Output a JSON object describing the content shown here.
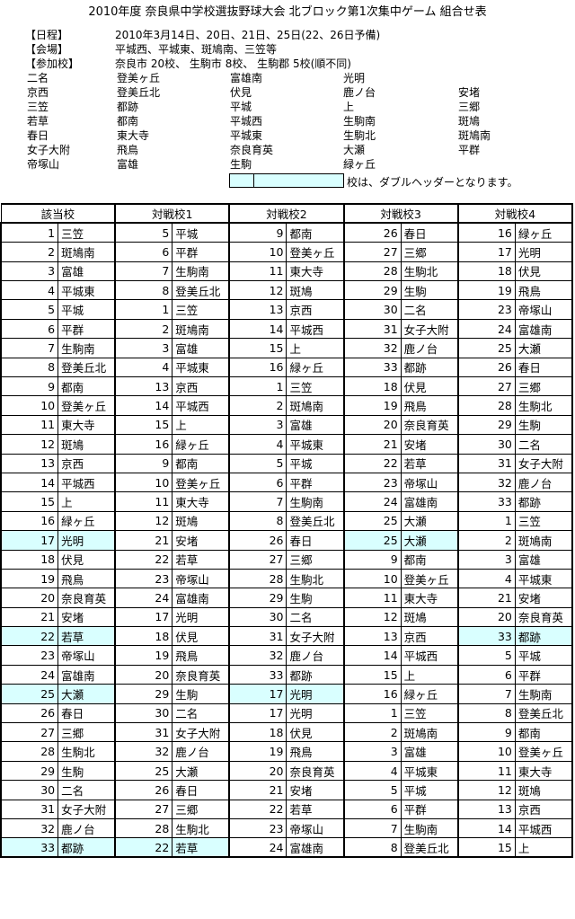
{
  "title": "2010年度 奈良県中学校選抜野球大会 北ブロック第1次集中ゲーム 組合せ表",
  "info": {
    "schedule_label": "【日程】",
    "schedule": "2010年3月14日、20日、21日、25日(22、26日予備)",
    "venue_label": "【会場】",
    "venue": "平城西、平城東、斑鳩南、三笠等",
    "participants_label": "【参加校】",
    "participants": "奈良市 20校、 生駒市 8校、 生駒郡 5校(順不同)"
  },
  "school_list": [
    [
      "二名",
      "登美ヶ丘",
      "富雄南",
      "光明",
      ""
    ],
    [
      "京西",
      "登美丘北",
      "伏見",
      "鹿ノ台",
      "安堵"
    ],
    [
      "三笠",
      "都跡",
      "平城",
      "上",
      "三郷"
    ],
    [
      "若草",
      "都南",
      "平城西",
      "生駒南",
      "斑鳩"
    ],
    [
      "春日",
      "東大寺",
      "平城東",
      "生駒北",
      "斑鳩南"
    ],
    [
      "女子大附",
      "飛鳥",
      "奈良育英",
      "大瀬",
      "平群"
    ],
    [
      "帝塚山",
      "富雄",
      "生駒",
      "緑ヶ丘",
      ""
    ]
  ],
  "legend_text": "校は、ダブルヘッダーとなります。",
  "headers": [
    "該当校",
    "対戦校1",
    "対戦校2",
    "対戦校3",
    "対戦校4"
  ],
  "rows": [
    [
      [
        "1",
        "三笠",
        0
      ],
      [
        "5",
        "平城",
        0
      ],
      [
        "9",
        "都南",
        0
      ],
      [
        "26",
        "春日",
        0
      ],
      [
        "16",
        "緑ヶ丘",
        0
      ]
    ],
    [
      [
        "2",
        "斑鳩南",
        0
      ],
      [
        "6",
        "平群",
        0
      ],
      [
        "10",
        "登美ヶ丘",
        0
      ],
      [
        "27",
        "三郷",
        0
      ],
      [
        "17",
        "光明",
        0
      ]
    ],
    [
      [
        "3",
        "富雄",
        0
      ],
      [
        "7",
        "生駒南",
        0
      ],
      [
        "11",
        "東大寺",
        0
      ],
      [
        "28",
        "生駒北",
        0
      ],
      [
        "18",
        "伏見",
        0
      ]
    ],
    [
      [
        "4",
        "平城東",
        0
      ],
      [
        "8",
        "登美丘北",
        0
      ],
      [
        "12",
        "斑鳩",
        0
      ],
      [
        "29",
        "生駒",
        0
      ],
      [
        "19",
        "飛鳥",
        0
      ]
    ],
    [
      [
        "5",
        "平城",
        0
      ],
      [
        "1",
        "三笠",
        0
      ],
      [
        "13",
        "京西",
        0
      ],
      [
        "30",
        "二名",
        0
      ],
      [
        "23",
        "帝塚山",
        0
      ]
    ],
    [
      [
        "6",
        "平群",
        0
      ],
      [
        "2",
        "斑鳩南",
        0
      ],
      [
        "14",
        "平城西",
        0
      ],
      [
        "31",
        "女子大附",
        0
      ],
      [
        "24",
        "富雄南",
        0
      ]
    ],
    [
      [
        "7",
        "生駒南",
        0
      ],
      [
        "3",
        "富雄",
        0
      ],
      [
        "15",
        "上",
        0
      ],
      [
        "32",
        "鹿ノ台",
        0
      ],
      [
        "25",
        "大瀬",
        0
      ]
    ],
    [
      [
        "8",
        "登美丘北",
        0
      ],
      [
        "4",
        "平城東",
        0
      ],
      [
        "16",
        "緑ヶ丘",
        0
      ],
      [
        "33",
        "都跡",
        0
      ],
      [
        "26",
        "春日",
        0
      ]
    ],
    [
      [
        "9",
        "都南",
        0
      ],
      [
        "13",
        "京西",
        0
      ],
      [
        "1",
        "三笠",
        0
      ],
      [
        "18",
        "伏見",
        0
      ],
      [
        "27",
        "三郷",
        0
      ]
    ],
    [
      [
        "10",
        "登美ヶ丘",
        0
      ],
      [
        "14",
        "平城西",
        0
      ],
      [
        "2",
        "斑鳩南",
        0
      ],
      [
        "19",
        "飛鳥",
        0
      ],
      [
        "28",
        "生駒北",
        0
      ]
    ],
    [
      [
        "11",
        "東大寺",
        0
      ],
      [
        "15",
        "上",
        0
      ],
      [
        "3",
        "富雄",
        0
      ],
      [
        "20",
        "奈良育英",
        0
      ],
      [
        "29",
        "生駒",
        0
      ]
    ],
    [
      [
        "12",
        "斑鳩",
        0
      ],
      [
        "16",
        "緑ヶ丘",
        0
      ],
      [
        "4",
        "平城東",
        0
      ],
      [
        "21",
        "安堵",
        0
      ],
      [
        "30",
        "二名",
        0
      ]
    ],
    [
      [
        "13",
        "京西",
        0
      ],
      [
        "9",
        "都南",
        0
      ],
      [
        "5",
        "平城",
        0
      ],
      [
        "22",
        "若草",
        0
      ],
      [
        "31",
        "女子大附",
        0
      ]
    ],
    [
      [
        "14",
        "平城西",
        0
      ],
      [
        "10",
        "登美ヶ丘",
        0
      ],
      [
        "6",
        "平群",
        0
      ],
      [
        "23",
        "帝塚山",
        0
      ],
      [
        "32",
        "鹿ノ台",
        0
      ]
    ],
    [
      [
        "15",
        "上",
        0
      ],
      [
        "11",
        "東大寺",
        0
      ],
      [
        "7",
        "生駒南",
        0
      ],
      [
        "24",
        "富雄南",
        0
      ],
      [
        "33",
        "都跡",
        0
      ]
    ],
    [
      [
        "16",
        "緑ヶ丘",
        0
      ],
      [
        "12",
        "斑鳩",
        0
      ],
      [
        "8",
        "登美丘北",
        0
      ],
      [
        "25",
        "大瀬",
        0
      ],
      [
        "1",
        "三笠",
        0
      ]
    ],
    [
      [
        "17",
        "光明",
        1
      ],
      [
        "21",
        "安堵",
        0
      ],
      [
        "26",
        "春日",
        0
      ],
      [
        "25",
        "大瀬",
        1
      ],
      [
        "2",
        "斑鳩南",
        0
      ]
    ],
    [
      [
        "18",
        "伏見",
        0
      ],
      [
        "22",
        "若草",
        0
      ],
      [
        "27",
        "三郷",
        0
      ],
      [
        "9",
        "都南",
        0
      ],
      [
        "3",
        "富雄",
        0
      ]
    ],
    [
      [
        "19",
        "飛鳥",
        0
      ],
      [
        "23",
        "帝塚山",
        0
      ],
      [
        "28",
        "生駒北",
        0
      ],
      [
        "10",
        "登美ヶ丘",
        0
      ],
      [
        "4",
        "平城東",
        0
      ]
    ],
    [
      [
        "20",
        "奈良育英",
        0
      ],
      [
        "24",
        "富雄南",
        0
      ],
      [
        "29",
        "生駒",
        0
      ],
      [
        "11",
        "東大寺",
        0
      ],
      [
        "21",
        "安堵",
        0
      ]
    ],
    [
      [
        "21",
        "安堵",
        0
      ],
      [
        "17",
        "光明",
        0
      ],
      [
        "30",
        "二名",
        0
      ],
      [
        "12",
        "斑鳩",
        0
      ],
      [
        "20",
        "奈良育英",
        0
      ]
    ],
    [
      [
        "22",
        "若草",
        1
      ],
      [
        "18",
        "伏見",
        0
      ],
      [
        "31",
        "女子大附",
        0
      ],
      [
        "13",
        "京西",
        0
      ],
      [
        "33",
        "都跡",
        1
      ]
    ],
    [
      [
        "23",
        "帝塚山",
        0
      ],
      [
        "19",
        "飛鳥",
        0
      ],
      [
        "32",
        "鹿ノ台",
        0
      ],
      [
        "14",
        "平城西",
        0
      ],
      [
        "5",
        "平城",
        0
      ]
    ],
    [
      [
        "24",
        "富雄南",
        0
      ],
      [
        "20",
        "奈良育英",
        0
      ],
      [
        "33",
        "都跡",
        0
      ],
      [
        "15",
        "上",
        0
      ],
      [
        "6",
        "平群",
        0
      ]
    ],
    [
      [
        "25",
        "大瀬",
        1
      ],
      [
        "29",
        "生駒",
        0
      ],
      [
        "17",
        "光明",
        1
      ],
      [
        "16",
        "緑ヶ丘",
        0
      ],
      [
        "7",
        "生駒南",
        0
      ]
    ],
    [
      [
        "26",
        "春日",
        0
      ],
      [
        "30",
        "二名",
        0
      ],
      [
        "17",
        "光明",
        0
      ],
      [
        "1",
        "三笠",
        0
      ],
      [
        "8",
        "登美丘北",
        0
      ]
    ],
    [
      [
        "27",
        "三郷",
        0
      ],
      [
        "31",
        "女子大附",
        0
      ],
      [
        "18",
        "伏見",
        0
      ],
      [
        "2",
        "斑鳩南",
        0
      ],
      [
        "9",
        "都南",
        0
      ]
    ],
    [
      [
        "28",
        "生駒北",
        0
      ],
      [
        "32",
        "鹿ノ台",
        0
      ],
      [
        "19",
        "飛鳥",
        0
      ],
      [
        "3",
        "富雄",
        0
      ],
      [
        "10",
        "登美ヶ丘",
        0
      ]
    ],
    [
      [
        "29",
        "生駒",
        0
      ],
      [
        "25",
        "大瀬",
        0
      ],
      [
        "20",
        "奈良育英",
        0
      ],
      [
        "4",
        "平城東",
        0
      ],
      [
        "11",
        "東大寺",
        0
      ]
    ],
    [
      [
        "30",
        "二名",
        0
      ],
      [
        "26",
        "春日",
        0
      ],
      [
        "21",
        "安堵",
        0
      ],
      [
        "5",
        "平城",
        0
      ],
      [
        "12",
        "斑鳩",
        0
      ]
    ],
    [
      [
        "31",
        "女子大附",
        0
      ],
      [
        "27",
        "三郷",
        0
      ],
      [
        "22",
        "若草",
        0
      ],
      [
        "6",
        "平群",
        0
      ],
      [
        "13",
        "京西",
        0
      ]
    ],
    [
      [
        "32",
        "鹿ノ台",
        0
      ],
      [
        "28",
        "生駒北",
        0
      ],
      [
        "23",
        "帝塚山",
        0
      ],
      [
        "7",
        "生駒南",
        0
      ],
      [
        "14",
        "平城西",
        0
      ]
    ],
    [
      [
        "33",
        "都跡",
        1
      ],
      [
        "22",
        "若草",
        1
      ],
      [
        "24",
        "富雄南",
        0
      ],
      [
        "8",
        "登美丘北",
        0
      ],
      [
        "15",
        "上",
        0
      ]
    ]
  ],
  "highlight_color": "#d9ffff"
}
